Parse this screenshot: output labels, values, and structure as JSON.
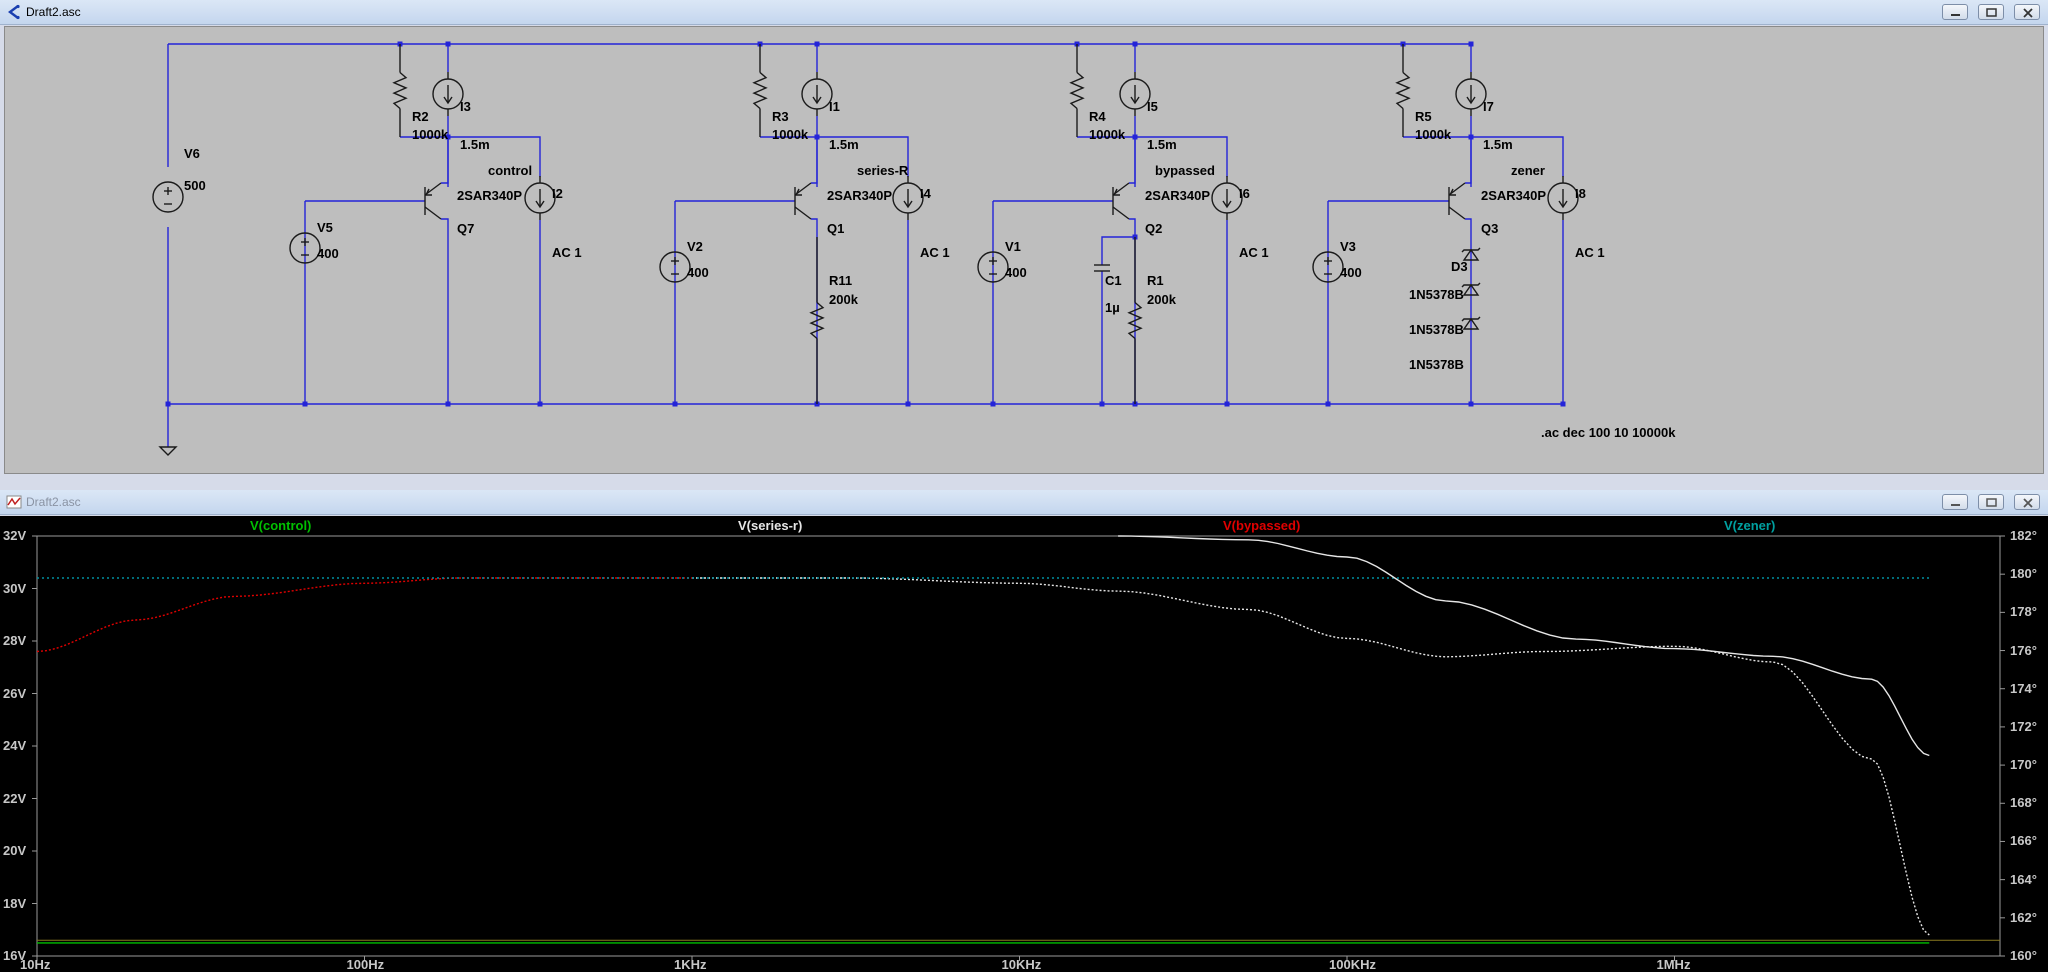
{
  "schematic_window": {
    "title": "Draft2.asc",
    "icon": "schematic-icon"
  },
  "plot_window": {
    "title": "Draft2.asc",
    "icon": "waveform-icon"
  },
  "window_controls": [
    "minimize-icon",
    "restore-icon",
    "close-icon"
  ],
  "schematic": {
    "supply": {
      "name": "V6",
      "value": "500"
    },
    "stages": [
      {
        "resistor": "R2",
        "r_value": "1000k",
        "current_source": "I3",
        "i_value": "1.5m",
        "net": "control",
        "transistor": "2SAR340P",
        "q_name": "Q7",
        "ac_source": "I2",
        "ac_value": "AC 1",
        "bias": "V5",
        "bias_value": "400"
      },
      {
        "resistor": "R3",
        "r_value": "1000k",
        "current_source": "I1",
        "i_value": "1.5m",
        "net": "series-R",
        "transistor": "2SAR340P",
        "q_name": "Q1",
        "ac_source": "I4",
        "ac_value": "AC 1",
        "bias": "V2",
        "bias_value": "400",
        "emitter_r": "R11",
        "emitter_r_value": "200k"
      },
      {
        "resistor": "R4",
        "r_value": "1000k",
        "current_source": "I5",
        "i_value": "1.5m",
        "net": "bypassed",
        "transistor": "2SAR340P",
        "q_name": "Q2",
        "ac_source": "I6",
        "ac_value": "AC 1",
        "bias": "V1",
        "bias_value": "400",
        "emitter_r": "R1",
        "emitter_r_value": "200k",
        "cap": "C1",
        "cap_value": "1µ"
      },
      {
        "resistor": "R5",
        "r_value": "1000k",
        "current_source": "I7",
        "i_value": "1.5m",
        "net": "zener",
        "transistor": "2SAR340P",
        "q_name": "Q3",
        "ac_source": "I8",
        "ac_value": "AC 1",
        "bias": "V3",
        "bias_value": "400",
        "diode": "D3",
        "diodes": [
          "1N5378B",
          "1N5378B",
          "1N5378B"
        ]
      }
    ],
    "directive": ".ac dec 100 10 10000k"
  },
  "plot": {
    "traces": [
      {
        "label": "V(control)",
        "color": "#00c000"
      },
      {
        "label": "V(series-r)",
        "color": "#e6e6e6"
      },
      {
        "label": "V(bypassed)",
        "color": "#e00000"
      },
      {
        "label": "V(zener)",
        "color": "#00a0a0"
      }
    ],
    "y_left_ticks": [
      "32V",
      "30V",
      "28V",
      "26V",
      "24V",
      "22V",
      "20V",
      "18V",
      "16V"
    ],
    "y_right_ticks": [
      "182°",
      "180°",
      "178°",
      "176°",
      "174°",
      "172°",
      "170°",
      "168°",
      "166°",
      "164°",
      "162°",
      "160°"
    ],
    "x_ticks": [
      "10Hz",
      "100Hz",
      "1KHz",
      "10KHz",
      "100KHz",
      "1MHz"
    ]
  },
  "chart_data": {
    "type": "line",
    "x_scale": "log",
    "xlim": [
      10,
      6000000
    ],
    "ylim_left": [
      16,
      32
    ],
    "ylim_right": [
      160,
      182
    ],
    "grid": false,
    "legend": "top",
    "series": [
      {
        "name": "V(control)",
        "axis": "left",
        "x": [
          10,
          100,
          1000,
          10000,
          100000,
          1000000,
          6000000
        ],
        "y": [
          16.5,
          16.5,
          16.5,
          16.5,
          16.5,
          16.5,
          16.5
        ]
      },
      {
        "name": "V(series-r)",
        "axis": "left",
        "x": [
          1000,
          3000,
          10000,
          20000,
          50000,
          100000,
          200000,
          400000,
          1000000,
          2000000,
          4000000,
          6000000
        ],
        "y": [
          30.4,
          30.4,
          30.2,
          29.9,
          29.2,
          28.1,
          27.4,
          27.6,
          27.8,
          27.2,
          23.5,
          16.8
        ]
      },
      {
        "name": "V(bypassed)",
        "axis": "left",
        "x": [
          10,
          20,
          40,
          100,
          200,
          500,
          1000
        ],
        "y": [
          27.6,
          28.8,
          29.7,
          30.2,
          30.4,
          30.4,
          30.4
        ]
      },
      {
        "name": "V(zener)",
        "axis": "left",
        "x": [
          10,
          6000000
        ],
        "y": [
          30.4,
          30.4
        ]
      },
      {
        "name": "V(series-r) phase",
        "axis": "right",
        "x": [
          20000,
          50000,
          100000,
          200000,
          500000,
          1000000,
          2000000,
          4000000,
          6000000
        ],
        "y": [
          182,
          181.8,
          180.9,
          178.6,
          176.6,
          176.1,
          175.7,
          174.5,
          170.5
        ]
      }
    ]
  }
}
